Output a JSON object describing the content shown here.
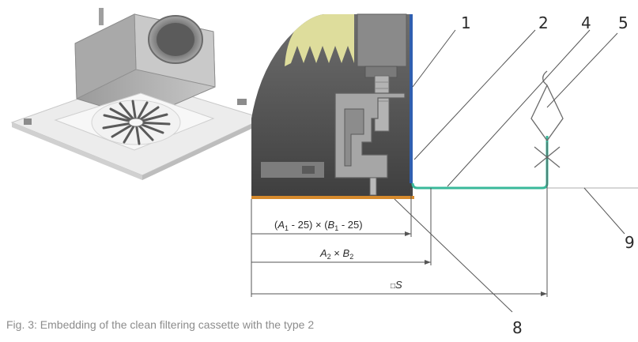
{
  "callouts": {
    "c1": "1",
    "c2": "2",
    "c4": "4",
    "c5": "5",
    "c8": "8",
    "c9": "9"
  },
  "dimensions": {
    "d1_open": "(",
    "d1_a": "A",
    "d1_a_sub": "1",
    "d1_mid": " - 25) × (",
    "d1_b": "B",
    "d1_b_sub": "1",
    "d1_close": " - 25)",
    "d2_a": "A",
    "d2_a_sub": "2",
    "d2_times": " × ",
    "d2_b": "B",
    "d2_b_sub": "2",
    "d3_symbol": "□",
    "d3_s": "S"
  },
  "caption": "Fig. 3: Embedding of the clean filtering cassette with the type 2",
  "colors": {
    "seal_blue": "#2f5fb0",
    "profile_green": "#39b89a",
    "gasket_orange": "#d68a2c",
    "insulation_yellow": "#dedd9c",
    "leader_grey": "#555555"
  }
}
